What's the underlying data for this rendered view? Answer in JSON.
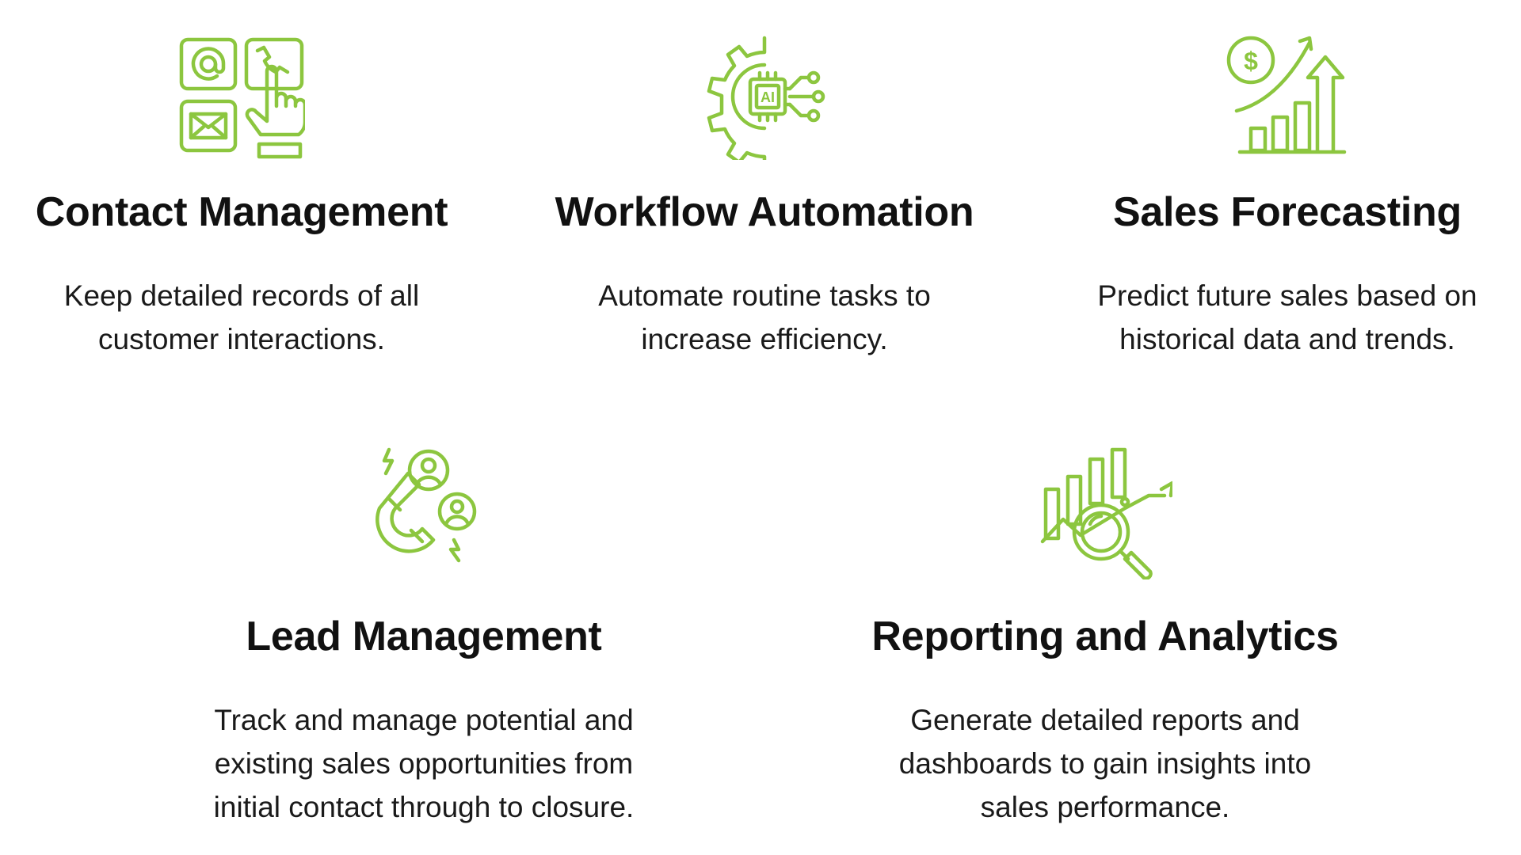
{
  "accent_color": "#8cc63f",
  "features": [
    {
      "icon": "contact-channels-icon",
      "title": "Contact Management",
      "desc_lines": [
        "Keep detailed records of all",
        "customer interactions."
      ]
    },
    {
      "icon": "ai-gear-icon",
      "icon_text": "AI",
      "title": "Workflow Automation",
      "desc_lines": [
        "Automate routine tasks to",
        "increase efficiency."
      ]
    },
    {
      "icon": "sales-growth-icon",
      "icon_text": "$",
      "title": "Sales Forecasting",
      "desc_lines": [
        "Predict future sales based on",
        "historical data and trends."
      ]
    },
    {
      "icon": "lead-magnet-icon",
      "title": "Lead Management",
      "desc_lines": [
        "Track and manage potential and",
        "existing sales opportunities from",
        "initial contact through to closure."
      ]
    },
    {
      "icon": "analytics-magnifier-icon",
      "title": "Reporting and Analytics",
      "desc_lines": [
        "Generate detailed reports and",
        "dashboards to gain insights into",
        "sales performance."
      ]
    }
  ]
}
